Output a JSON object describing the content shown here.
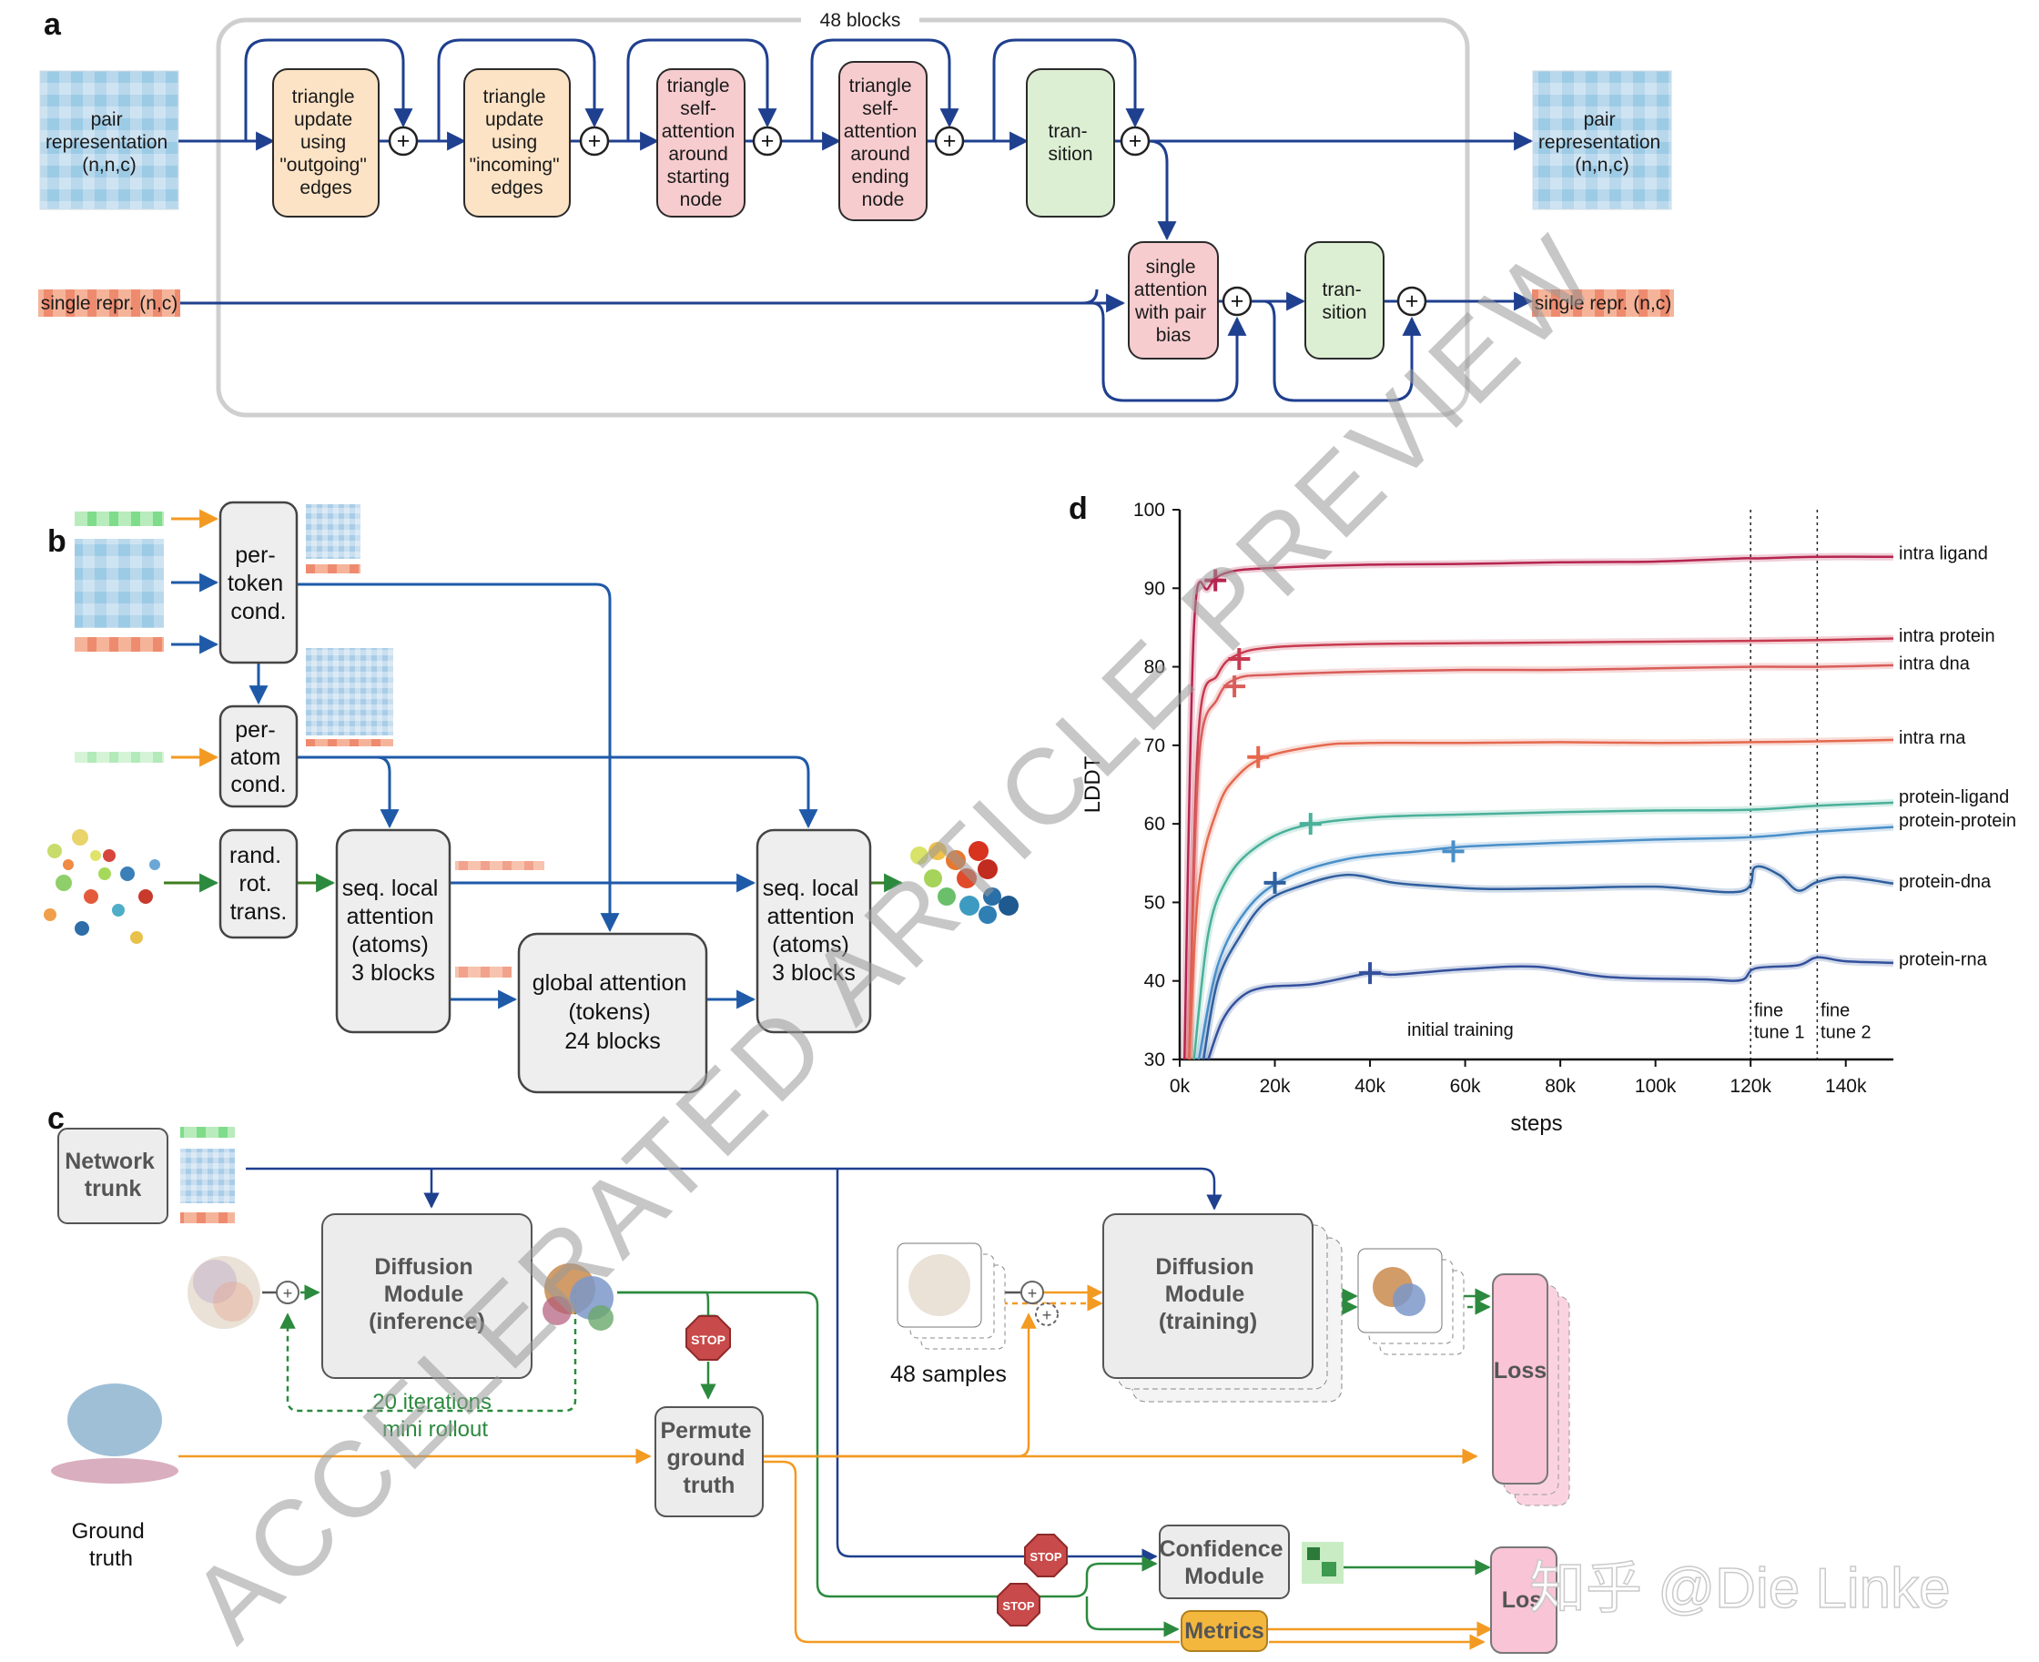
{
  "panels": {
    "a": "a",
    "b": "b",
    "c": "c",
    "d": "d"
  },
  "panel_a": {
    "block_count": "48 blocks",
    "pair_in": [
      "pair",
      "representation",
      "(n,n,c)"
    ],
    "pair_out": [
      "pair",
      "representation",
      "(n,n,c)"
    ],
    "single_in": "single repr. (n,c)",
    "single_out": "single repr. (n,c)",
    "blocks": [
      {
        "lines": [
          "triangle",
          "update",
          "using",
          "\"outgoing\"",
          "edges"
        ]
      },
      {
        "lines": [
          "triangle",
          "update",
          "using",
          "\"incoming\"",
          "edges"
        ]
      },
      {
        "lines": [
          "triangle",
          "self-",
          "attention",
          "around",
          "starting",
          "node"
        ]
      },
      {
        "lines": [
          "triangle",
          "self-",
          "attention",
          "around",
          "ending",
          "node"
        ]
      },
      {
        "lines": [
          "tran-",
          "sition"
        ]
      },
      {
        "lines": [
          "single",
          "attention",
          "with pair",
          "bias"
        ]
      },
      {
        "lines": [
          "tran-",
          "sition"
        ]
      }
    ],
    "plus": "+"
  },
  "panel_b": {
    "per_token": [
      "per-",
      "token",
      "cond."
    ],
    "per_atom": [
      "per-",
      "atom",
      "cond."
    ],
    "rand_rot": [
      "rand.",
      "rot.",
      "trans."
    ],
    "seq_local_1": [
      "seq. local",
      "attention",
      "(atoms)",
      "3 blocks"
    ],
    "global": [
      "global attention",
      "(tokens)",
      "24 blocks"
    ],
    "seq_local_2": [
      "seq. local",
      "attention",
      "(atoms)",
      "3 blocks"
    ]
  },
  "panel_c": {
    "network_trunk": [
      "Network",
      "trunk"
    ],
    "diffusion_inference": [
      "Diffusion",
      "Module",
      "(inference)"
    ],
    "diffusion_training": [
      "Diffusion",
      "Module",
      "(training)"
    ],
    "iterations": [
      "20 iterations",
      "mini rollout"
    ],
    "samples": "48 samples",
    "permute": [
      "Permute",
      "ground",
      "truth"
    ],
    "ground_truth": [
      "Ground",
      "truth"
    ],
    "loss": "Loss",
    "loss2": "Los",
    "confidence": [
      "Confidence",
      "Module"
    ],
    "metrics": "Metrics",
    "stop": "STOP"
  },
  "watermarks": {
    "diagonal": "ACCELERATED ARTICLE PREVIEW",
    "corner": "知乎 @Die Linke"
  },
  "chart_data": {
    "type": "line",
    "xlabel": "steps",
    "ylabel": "LDDT",
    "xlim": [
      0,
      150000
    ],
    "ylim": [
      30,
      100
    ],
    "x_ticks": [
      "0k",
      "20k",
      "40k",
      "60k",
      "80k",
      "100k",
      "120k",
      "140k"
    ],
    "x_tick_values": [
      0,
      20000,
      40000,
      60000,
      80000,
      100000,
      120000,
      140000
    ],
    "y_ticks": [
      30,
      40,
      50,
      60,
      70,
      80,
      90,
      100
    ],
    "vlines": [
      120000,
      134000
    ],
    "annotations": [
      {
        "text": "initial training",
        "x": 59000,
        "y": 33
      },
      {
        "text": [
          "fine",
          "tune 1"
        ],
        "x": 120700,
        "y": 35.5
      },
      {
        "text": [
          "fine",
          "tune 2"
        ],
        "x": 134700,
        "y": 35.5
      }
    ],
    "series": [
      {
        "name": "intra ligand",
        "color": "#b5244f",
        "points": [
          [
            1000,
            30
          ],
          [
            3000,
            85
          ],
          [
            6000,
            90
          ],
          [
            10000,
            92
          ],
          [
            20000,
            92.6
          ],
          [
            40000,
            93
          ],
          [
            60000,
            93.1
          ],
          [
            80000,
            93.3
          ],
          [
            100000,
            93.4
          ],
          [
            118000,
            93.8
          ],
          [
            121000,
            93.8
          ],
          [
            134000,
            94
          ],
          [
            150000,
            94
          ]
        ],
        "marker": [
          7500,
          91
        ]
      },
      {
        "name": "intra protein",
        "color": "#c73a4f",
        "points": [
          [
            2000,
            30
          ],
          [
            4000,
            72
          ],
          [
            8000,
            79
          ],
          [
            12000,
            81.5
          ],
          [
            20000,
            82.5
          ],
          [
            40000,
            82.9
          ],
          [
            60000,
            83
          ],
          [
            80000,
            83.1
          ],
          [
            100000,
            83.2
          ],
          [
            120000,
            83.3
          ],
          [
            134000,
            83.4
          ],
          [
            150000,
            83.6
          ]
        ],
        "marker": [
          12500,
          81
        ]
      },
      {
        "name": "intra dna",
        "color": "#d95d5a",
        "points": [
          [
            2000,
            30
          ],
          [
            4000,
            68
          ],
          [
            8000,
            76
          ],
          [
            12000,
            78.5
          ],
          [
            20000,
            79
          ],
          [
            40000,
            79.4
          ],
          [
            60000,
            79.6
          ],
          [
            80000,
            79.6
          ],
          [
            100000,
            79.8
          ],
          [
            120000,
            80
          ],
          [
            134000,
            80
          ],
          [
            150000,
            80.2
          ]
        ],
        "marker": [
          11500,
          77.5
        ]
      },
      {
        "name": "intra rna",
        "color": "#e4684f",
        "points": [
          [
            2000,
            30
          ],
          [
            4000,
            52
          ],
          [
            8000,
            62
          ],
          [
            12000,
            66
          ],
          [
            18000,
            68.5
          ],
          [
            30000,
            70
          ],
          [
            40000,
            70.3
          ],
          [
            60000,
            70.3
          ],
          [
            80000,
            70.4
          ],
          [
            100000,
            70.3
          ],
          [
            120000,
            70.4
          ],
          [
            134000,
            70.5
          ],
          [
            150000,
            70.7
          ]
        ],
        "marker": [
          16500,
          68.5
        ]
      },
      {
        "name": "protein-ligand",
        "color": "#4ab09a",
        "points": [
          [
            3000,
            30
          ],
          [
            6000,
            46
          ],
          [
            10000,
            53
          ],
          [
            16000,
            57
          ],
          [
            25000,
            59.6
          ],
          [
            40000,
            60.8
          ],
          [
            60000,
            61.2
          ],
          [
            80000,
            61.5
          ],
          [
            100000,
            61.7
          ],
          [
            120000,
            61.8
          ],
          [
            134000,
            62.3
          ],
          [
            150000,
            62.7
          ]
        ],
        "marker": [
          27500,
          60
        ]
      },
      {
        "name": "protein-protein",
        "color": "#4a8fc8",
        "points": [
          [
            4000,
            30
          ],
          [
            8000,
            42
          ],
          [
            14000,
            49
          ],
          [
            22000,
            53
          ],
          [
            35000,
            55.5
          ],
          [
            50000,
            56.5
          ],
          [
            60000,
            57.1
          ],
          [
            80000,
            57.6
          ],
          [
            100000,
            58
          ],
          [
            120000,
            58.3
          ],
          [
            134000,
            59
          ],
          [
            150000,
            59.6
          ]
        ],
        "marker": [
          57500,
          56.5
        ]
      },
      {
        "name": "protein-dna",
        "color": "#2f5f9e",
        "points": [
          [
            5000,
            30
          ],
          [
            8000,
            40
          ],
          [
            13000,
            46
          ],
          [
            18000,
            50
          ],
          [
            25000,
            52
          ],
          [
            35000,
            53.5
          ],
          [
            45000,
            52.5
          ],
          [
            55000,
            52
          ],
          [
            65000,
            51.7
          ],
          [
            80000,
            51.8
          ],
          [
            100000,
            52
          ],
          [
            118000,
            51.4
          ],
          [
            121000,
            54.5
          ],
          [
            126000,
            53.5
          ],
          [
            130000,
            51.5
          ],
          [
            134000,
            52.6
          ],
          [
            140000,
            53.2
          ],
          [
            150000,
            52.4
          ]
        ],
        "marker": [
          20000,
          52.5
        ]
      },
      {
        "name": "protein-rna",
        "color": "#33509c",
        "points": [
          [
            6000,
            30
          ],
          [
            9000,
            35
          ],
          [
            13000,
            38
          ],
          [
            18000,
            39.2
          ],
          [
            28000,
            39.6
          ],
          [
            40000,
            41
          ],
          [
            45000,
            40.8
          ],
          [
            60000,
            41.5
          ],
          [
            75000,
            41.8
          ],
          [
            90000,
            40.5
          ],
          [
            110000,
            40.2
          ],
          [
            118000,
            40.1
          ],
          [
            121000,
            41.6
          ],
          [
            130000,
            42
          ],
          [
            134000,
            43
          ],
          [
            140000,
            42.5
          ],
          [
            150000,
            42.3
          ]
        ],
        "marker": [
          40000,
          41
        ]
      }
    ]
  }
}
